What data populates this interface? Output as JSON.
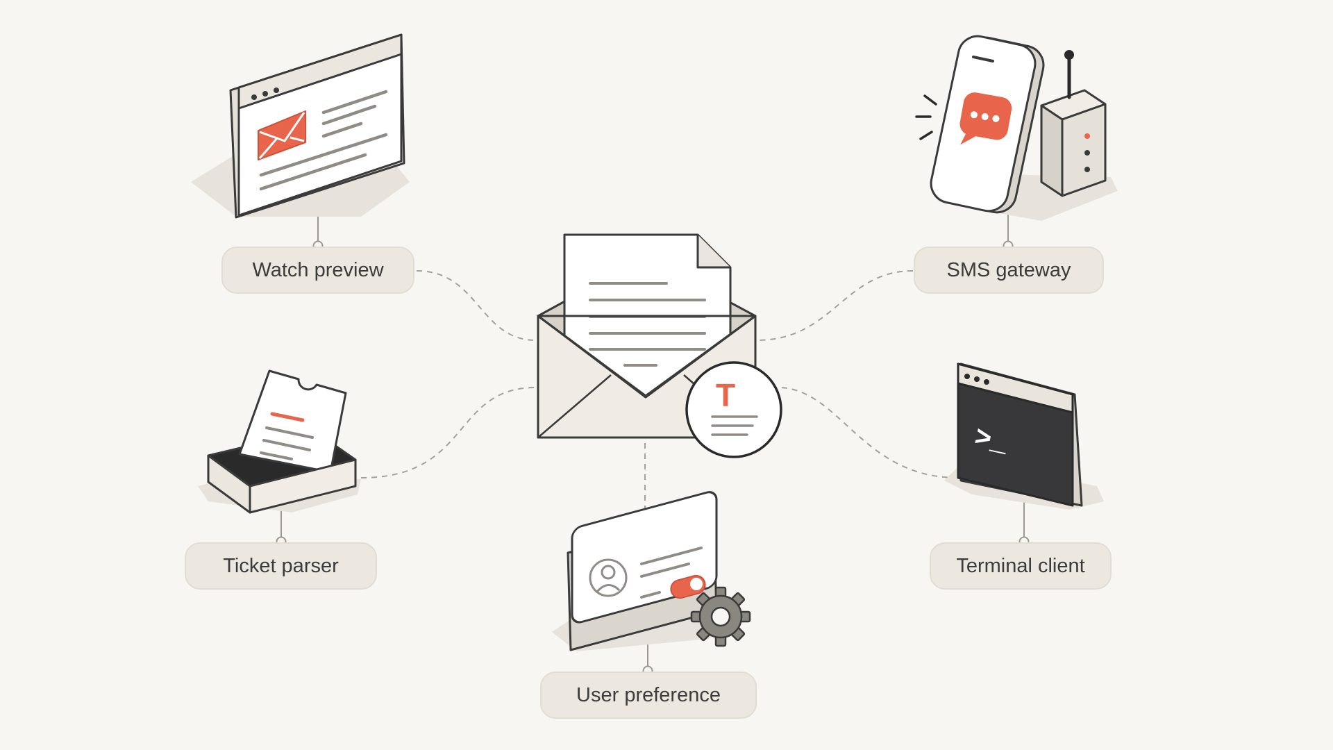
{
  "colors": {
    "background": "#f8f6f2",
    "pill_fill": "#ece7df",
    "outline": "#3a3a3a",
    "accent": "#e8644a",
    "terminal_screen": "#38383a"
  },
  "hub": {
    "icon": "envelope-with-template-icon",
    "badge_letter": "T"
  },
  "nodes": {
    "watch_preview": {
      "label": "Watch preview",
      "icon": "browser-email-icon"
    },
    "sms_gateway": {
      "label": "SMS gateway",
      "icon": "phone-router-icon"
    },
    "ticket_parser": {
      "label": "Ticket parser",
      "icon": "ticket-tray-icon"
    },
    "terminal_client": {
      "label": "Terminal client",
      "icon": "terminal-window-icon"
    },
    "user_preference": {
      "label": "User preference",
      "icon": "profile-card-settings-icon"
    }
  },
  "terminal_prompt": ">_"
}
